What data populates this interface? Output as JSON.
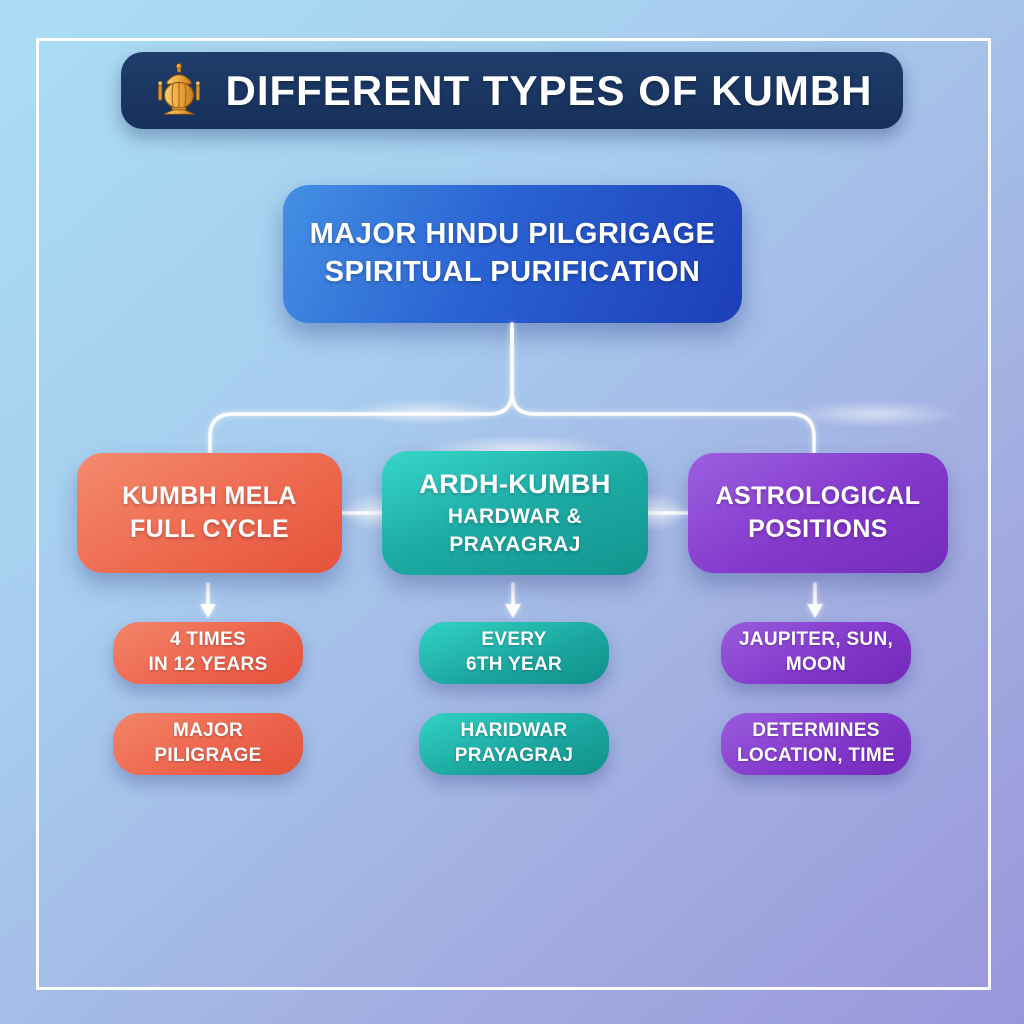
{
  "header": {
    "title": "DIFFERENT TYPES OF KUMBH",
    "icon": "lantern-icon"
  },
  "root": {
    "line1": "MAJOR HINDU PILGRIGAGE",
    "line2": "SPIRITUAL PURIFICATION"
  },
  "branches": [
    {
      "id": "kumbh-mela",
      "heading": {
        "line1": "KUMBH MELA",
        "line2": "FULL CYCLE"
      },
      "children": [
        {
          "line1": "4 TIMES",
          "line2": "IN 12 YEARS"
        },
        {
          "line1": "MAJOR",
          "line2": "PILIGRAGE"
        }
      ]
    },
    {
      "id": "ardh-kumbh",
      "heading": {
        "line1": "ARDH-KUMBH",
        "line2": "HARDWAR & PRAYAGRAJ"
      },
      "children": [
        {
          "line1": "EVERY",
          "line2": "6TH YEAR"
        },
        {
          "line1": "HARIDWAR",
          "line2": "PRAYAGRAJ"
        }
      ]
    },
    {
      "id": "astrological",
      "heading": {
        "line1": "ASTROLOGICAL",
        "line2": "POSITIONS"
      },
      "children": [
        {
          "line1": "JAUPITER, SUN,",
          "line2": "MOON"
        },
        {
          "line1": "DETERMINES",
          "line2": "LOCATION, TIME"
        }
      ]
    }
  ],
  "colors": {
    "background_top": "#abdef4",
    "background_bottom": "#9a96db",
    "title_bar": "#16305a",
    "root_node": "#2a62d2",
    "branch_orange": "#ec6a4f",
    "branch_teal": "#1caba4",
    "branch_purple": "#8438cc",
    "connector": "#ffffff",
    "lantern_gold": "#e9a93d"
  }
}
